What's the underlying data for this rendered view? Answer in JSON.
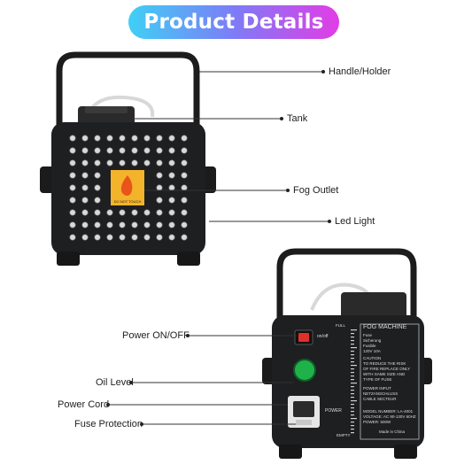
{
  "title": "Product Details",
  "front_callouts": [
    {
      "key": "handle",
      "label": "Handle/Holder"
    },
    {
      "key": "tank",
      "label": "Tank"
    },
    {
      "key": "fog_outlet",
      "label": "Fog Outlet"
    },
    {
      "key": "led_light",
      "label": "Led Light"
    }
  ],
  "back_callouts": [
    {
      "key": "power_switch",
      "label": "Power ON/OFF"
    },
    {
      "key": "oil_level",
      "label": "Oil Level"
    },
    {
      "key": "power_cord",
      "label": "Power Cord"
    },
    {
      "key": "fuse_protection",
      "label": "Fuse Protection"
    }
  ],
  "outlet_sticker": "DO NOT TOUCH",
  "back_panel": {
    "switch_label": "on/off",
    "full": "FULL",
    "empty": "EMPTY",
    "power": "POWER",
    "machine_title": "FOG MACHINE",
    "fuse_lines": [
      "Fuse",
      "Sicherung",
      "Fusible",
      "120V 10A"
    ],
    "caution": [
      "CAUTION",
      "TO REDUCE THE RISK",
      "OF FIRE REPLACE ONLY",
      "WITH SAME SIZE AND",
      "TYPE OF FUSE"
    ],
    "power_input": [
      "POWER INPUT",
      "NETZANSCHLUSS",
      "CABLE SECTEUR"
    ],
    "specs": [
      "MODEL NUMBER: LA-4001",
      "VOLTAGE: AC 90-130V 60HZ",
      "POWER: 500W"
    ],
    "made_in": "Made in China"
  },
  "colors": {
    "switch": "#e0302a",
    "oil_window": "#1fb24a",
    "outlet": "#f3b32a",
    "body": "#1e1f21"
  }
}
